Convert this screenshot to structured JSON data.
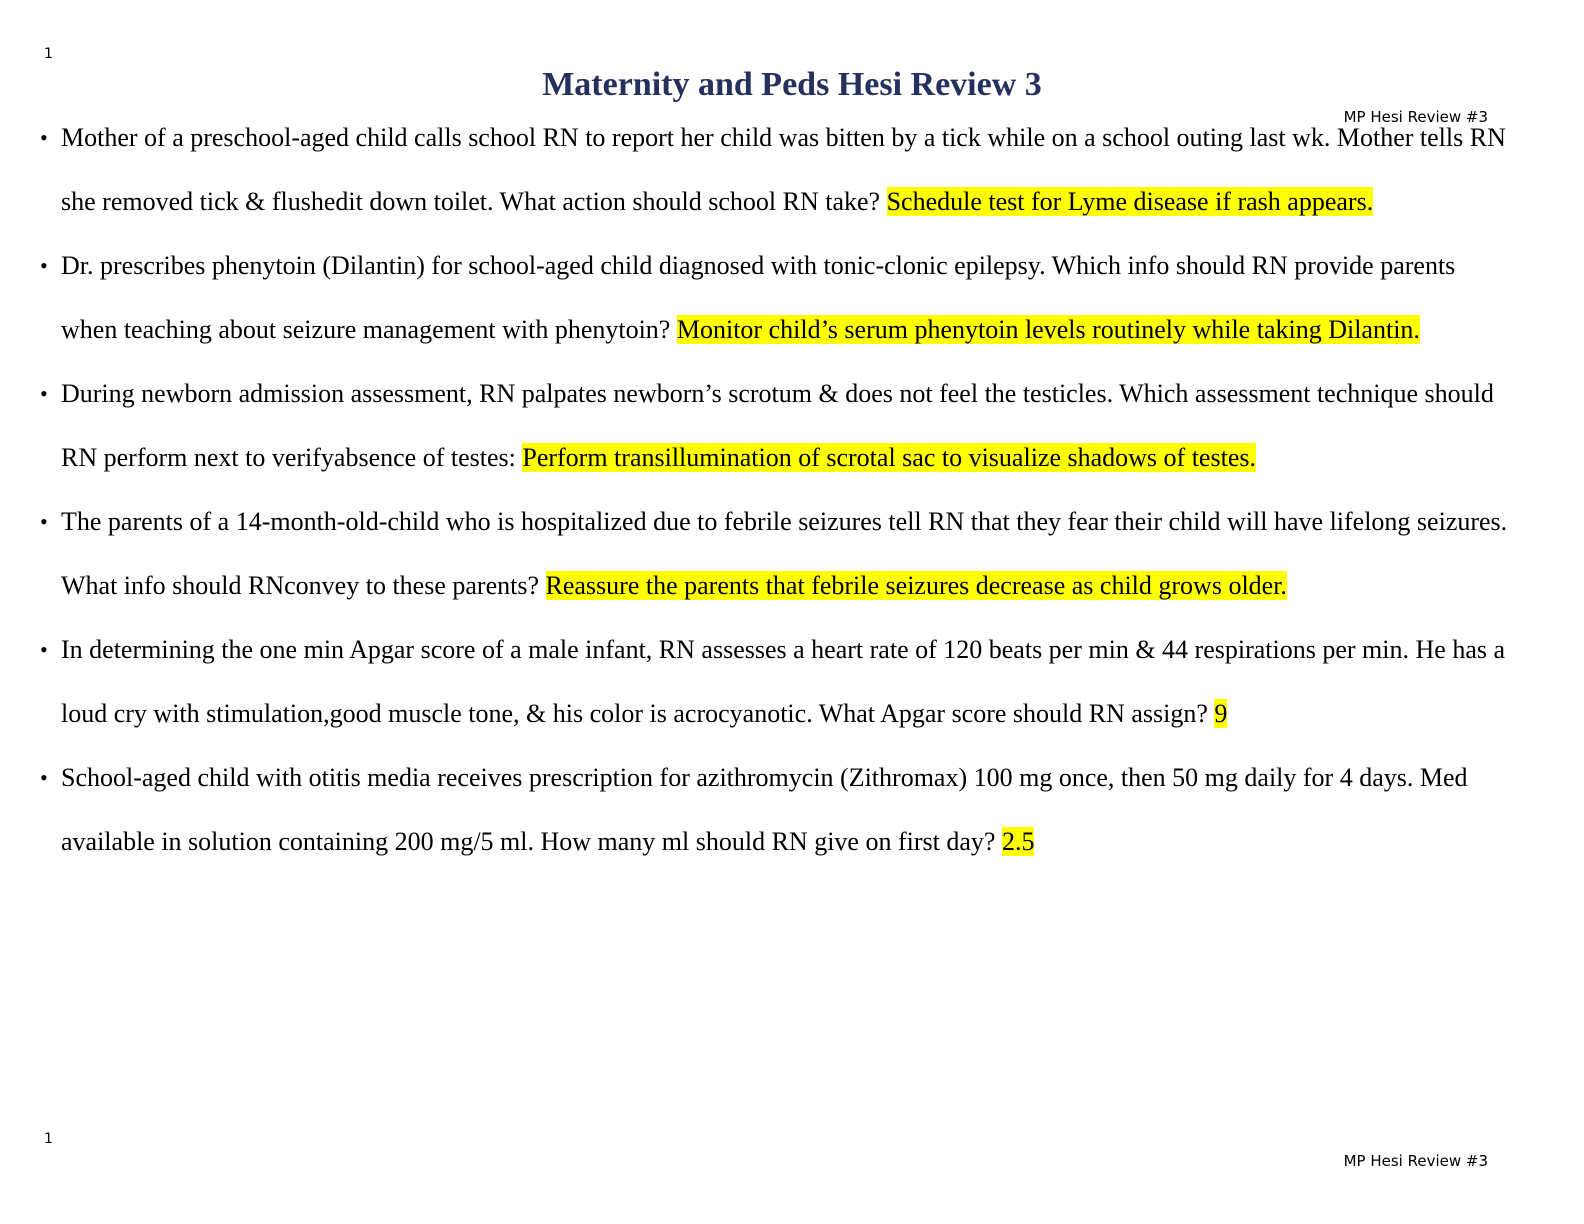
{
  "page": {
    "number_top": "1",
    "number_bottom": "1",
    "header_label": "MP Hesi Review #3",
    "footer_label": "MP Hesi Review #3",
    "title": "Maternity and Peds Hesi Review 3",
    "bullet": "•"
  },
  "colors": {
    "title": "#26305f",
    "highlight": "#ffff00"
  },
  "items": [
    {
      "question": "Mother of a preschool-aged child calls school RN to report her child was bitten by a tick while on a school outing last wk. Mother tells RN she removed tick & flushedit down toilet. What action should school RN take? ",
      "answer": "Schedule test for Lyme disease if rash appears."
    },
    {
      "question": "Dr. prescribes phenytoin (Dilantin) for school-aged child diagnosed with tonic-clonic epilepsy. Which info should RN provide parents when teaching about seizure management with phenytoin? ",
      "answer": "Monitor child’s serum phenytoin levels routinely while taking Dilantin."
    },
    {
      "question": "During newborn admission assessment, RN palpates newborn’s scrotum & does not feel the testicles. Which assessment technique should RN perform next to verifyabsence of testes: ",
      "answer": "Perform transillumination of scrotal sac to visualize shadows of testes."
    },
    {
      "question": "The parents of a 14-month-old-child who is hospitalized due to febrile seizures tell RN that they fear their child will have lifelong seizures. What info should RNconvey to these parents? ",
      "answer": "Reassure the parents that febrile seizures decrease as child grows older."
    },
    {
      "question": "In determining the one min Apgar score of a male infant, RN assesses a heart rate of 120 beats per min & 44 respirations per min. He has a loud cry with stimulation,good muscle tone, & his color is acrocyanotic. What Apgar score should RN assign? ",
      "answer": "9"
    },
    {
      "question": "School-aged child with otitis media receives prescription for azithromycin (Zithromax) 100 mg once, then 50 mg daily for 4 days. Med available in solution containing 200 mg/5 ml. How many ml should RN give on first day? ",
      "answer": "2.5"
    }
  ]
}
